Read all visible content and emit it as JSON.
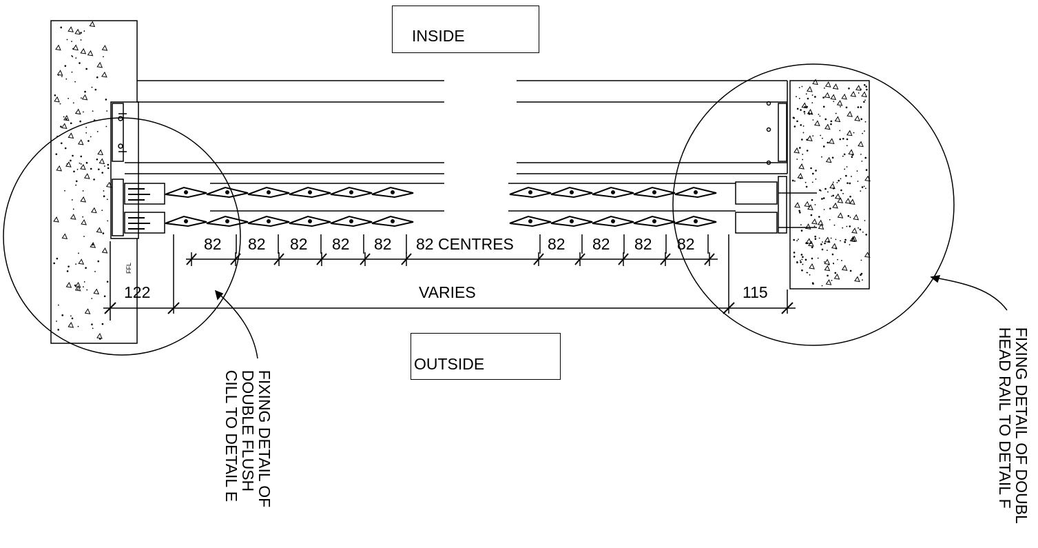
{
  "labels": {
    "inside": "INSIDE",
    "outside": "OUTSIDE",
    "ffl": "FFL"
  },
  "dimensions": {
    "centres": [
      "82",
      "82",
      "82",
      "82",
      "82",
      "82 CENTRES",
      "82",
      "82",
      "82",
      "82"
    ],
    "left_end": "122",
    "span": "VARIES",
    "right_end": "115"
  },
  "callouts": {
    "sill_note": [
      "FIXING DETAIL OF",
      "DOUBLE FLUSH",
      "CILL TO DETAIL E"
    ],
    "head_note": [
      "FIXING DETAIL OF DOUBL",
      "HEAD RAIL TO DETAIL F"
    ]
  }
}
